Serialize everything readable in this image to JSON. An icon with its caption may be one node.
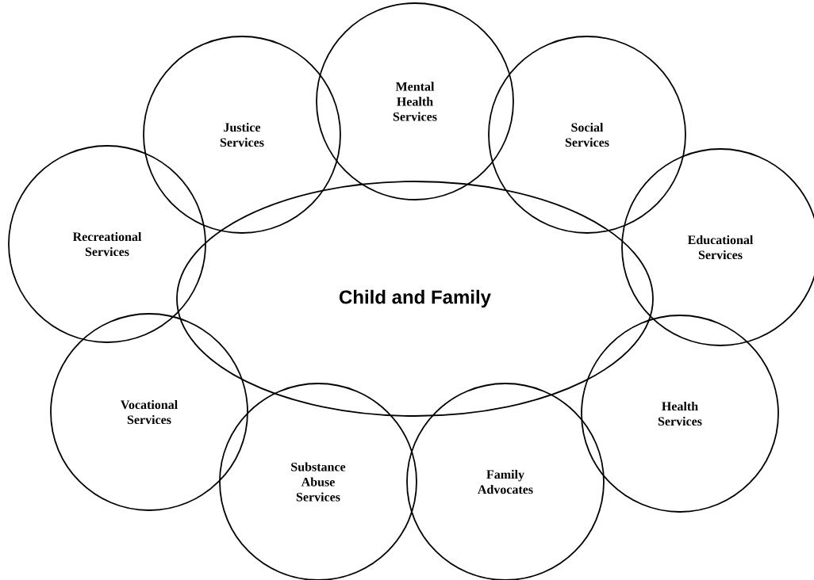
{
  "diagram": {
    "nodes": [
      {
        "text": [
          "Mental Health Services"
        ]
      },
      {
        "text": [
          "Justice Services"
        ]
      },
      {
        "text": [
          "Social Services"
        ]
      },
      {
        "text": [
          "Recreational Services"
        ]
      },
      {
        "text": [
          "Educational Services"
        ]
      },
      {
        "text": [
          "Child and Family"
        ]
      },
      {
        "text": [
          "Vocational Services"
        ]
      },
      {
        "text": [
          "Health Services"
        ]
      },
      {
        "text": [
          "Substance Abuse Services"
        ]
      },
      {
        "text": [
          "Family Advocates"
        ]
      }
    ]
  }
}
